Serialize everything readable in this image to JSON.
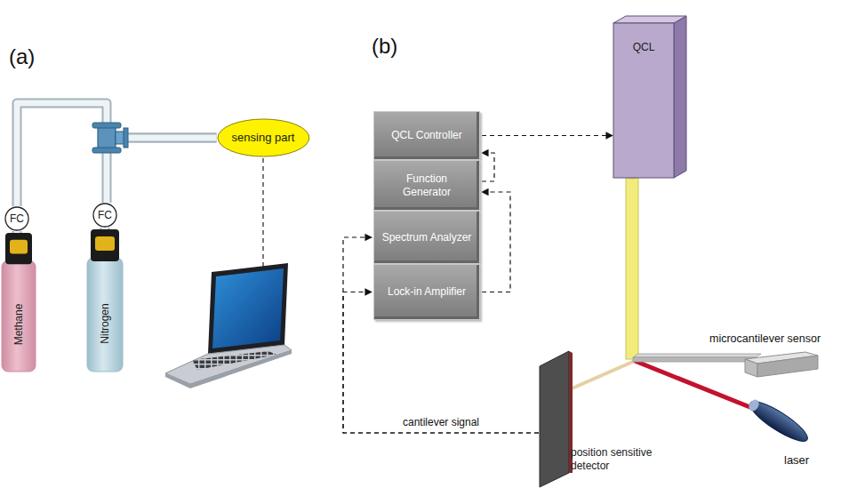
{
  "diagram": {
    "nodes": [
      {
        "text": [
          "FC"
        ]
      },
      {
        "text": [
          "FC"
        ]
      },
      {
        "text": [
          "Methane"
        ]
      },
      {
        "text": [
          "Nitrogen"
        ]
      },
      {
        "text": [
          "sensing part"
        ]
      },
      {
        "text": [
          "QCL Controller"
        ]
      },
      {
        "text": [
          "Function Generator"
        ]
      },
      {
        "text": [
          "Spectrum Analyzer"
        ]
      },
      {
        "text": [
          "Lock-in Amplifier"
        ]
      },
      {
        "text": [
          "QCL"
        ]
      },
      {
        "text": [
          "position sensitive detector"
        ]
      }
    ],
    "edges": [
      {
        "from": 2,
        "to": 0,
        "arrow": "none"
      },
      {
        "from": 3,
        "to": 1,
        "arrow": "none"
      },
      {
        "from": 0,
        "to": 4,
        "arrow": "none"
      },
      {
        "from": 1,
        "to": 4,
        "arrow": "none"
      },
      {
        "from": 5,
        "to": 9,
        "arrow": "to"
      },
      {
        "from": 6,
        "to": 5,
        "arrow": "to"
      },
      {
        "from": 8,
        "to": 6,
        "arrow": "to"
      },
      {
        "from": 10,
        "to": 7,
        "label": "cantilever signal",
        "arrow": "to"
      },
      {
        "from": 10,
        "to": 8,
        "arrow": "to"
      }
    ],
    "labels": [
      "(a)",
      "(b)",
      "microcantilever sensor",
      "laser"
    ]
  }
}
